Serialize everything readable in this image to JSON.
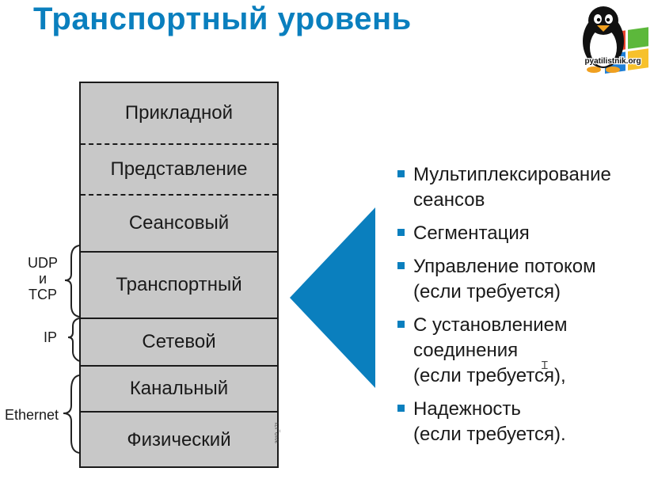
{
  "title": "Транспортный уровень",
  "layers": [
    {
      "label": "Прикладной"
    },
    {
      "label": "Представление"
    },
    {
      "label": "Сеансовый"
    },
    {
      "label": "Транспортный"
    },
    {
      "label": "Сетевой"
    },
    {
      "label": "Канальный"
    },
    {
      "label": "Физический"
    }
  ],
  "protocols": {
    "transport": "UDP\nи\nTCP",
    "network": "IP",
    "datalink": "Ethernet"
  },
  "figure_id": "301P_171",
  "bullets": [
    "Мультиплексирование\nсеансов",
    "Сегментация",
    "Управление потоком\n(если требуется)",
    "С установлением\nсоединения\n(если требуется),",
    "Надежность\n(если требуется)."
  ],
  "logo": {
    "caption": "pyatilistnik.org"
  },
  "colors": {
    "accent": "#0a7fbe",
    "layer_fill": "#c8c8c8",
    "pointer": "#0a7fbe"
  }
}
